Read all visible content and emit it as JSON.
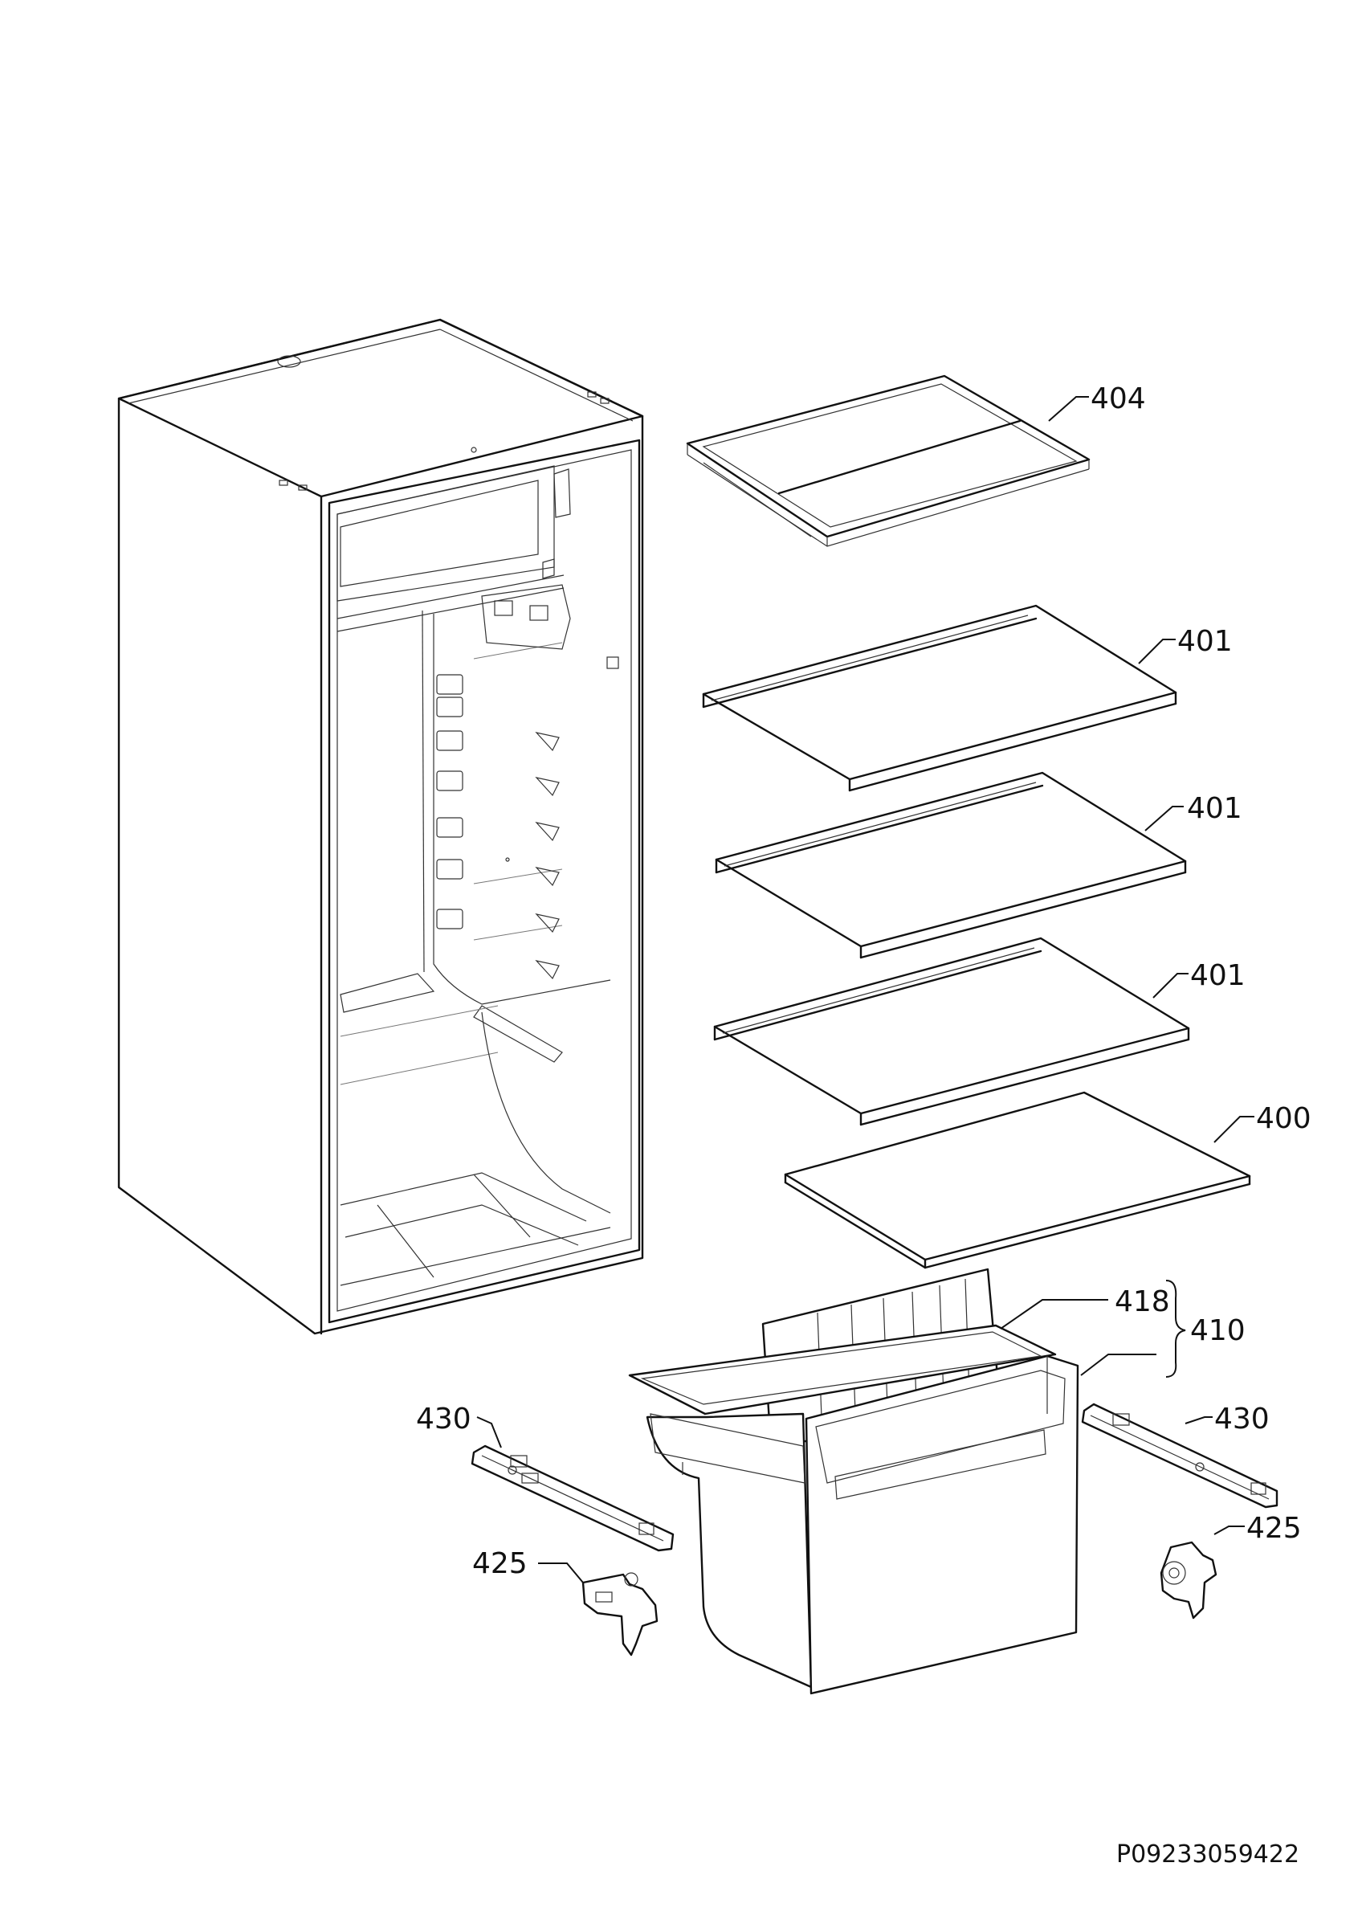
{
  "callouts": {
    "c404": "404",
    "c401a": "401",
    "c401b": "401",
    "c401c": "401",
    "c400": "400",
    "c418": "418",
    "c410": "410",
    "c430_left": "430",
    "c430_right": "430",
    "c425_left": "425",
    "c425_right": "425"
  },
  "document_number": "P09233059422"
}
